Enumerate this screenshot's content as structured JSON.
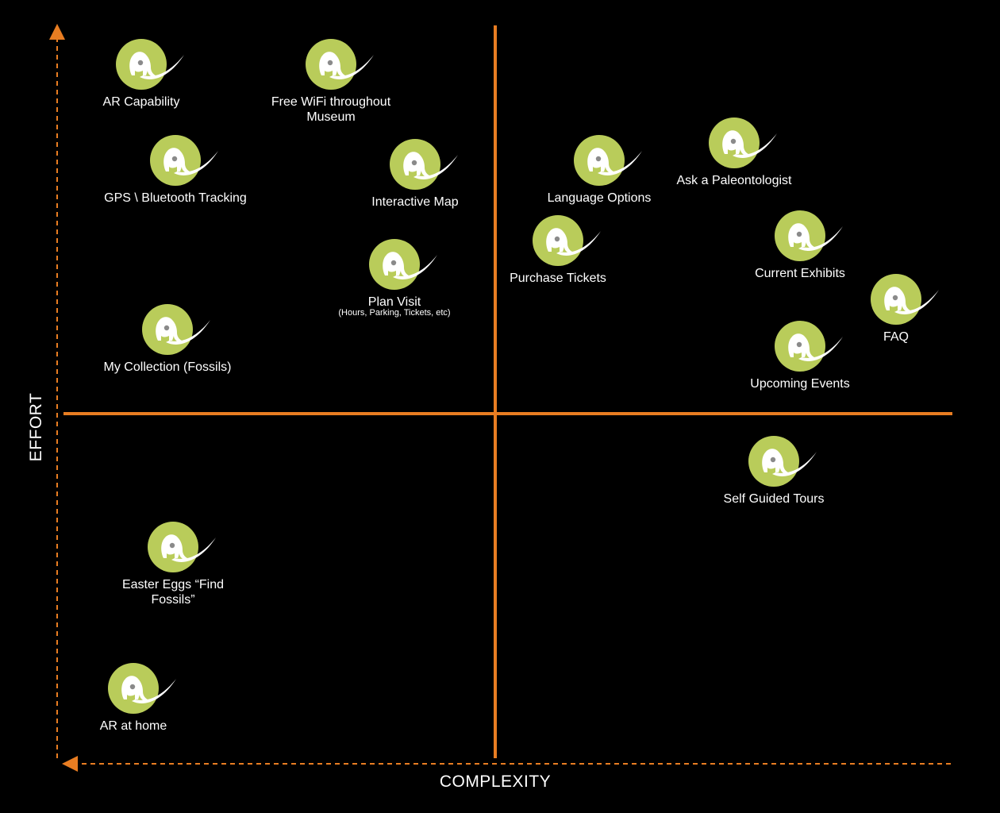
{
  "colors": {
    "background": "#000000",
    "axis": "#e87d22",
    "icon_fill": "#b9cc5a",
    "icon_mark": "#ffffff"
  },
  "axes": {
    "x_label": "COMPLEXITY",
    "y_label": "EFFORT"
  },
  "features": [
    {
      "id": "ar-capability",
      "label": "AR Capability",
      "sublabel": "",
      "icon": "mammoth-icon"
    },
    {
      "id": "free-wifi",
      "label": "Free WiFi throughout\nMuseum",
      "sublabel": "",
      "icon": "mammoth-icon"
    },
    {
      "id": "gps-bluetooth",
      "label": "GPS \\ Bluetooth Tracking",
      "sublabel": "",
      "icon": "mammoth-icon"
    },
    {
      "id": "interactive-map",
      "label": "Interactive Map",
      "sublabel": "",
      "icon": "mammoth-icon"
    },
    {
      "id": "plan-visit",
      "label": "Plan Visit",
      "sublabel": "(Hours, Parking, Tickets, etc)",
      "icon": "mammoth-icon"
    },
    {
      "id": "my-collection",
      "label": "My Collection (Fossils)",
      "sublabel": "",
      "icon": "mammoth-icon"
    },
    {
      "id": "language-options",
      "label": "Language Options",
      "sublabel": "",
      "icon": "mammoth-icon"
    },
    {
      "id": "ask-paleontologist",
      "label": "Ask a Paleontologist",
      "sublabel": "",
      "icon": "mammoth-icon"
    },
    {
      "id": "purchase-tickets",
      "label": "Purchase Tickets",
      "sublabel": "",
      "icon": "mammoth-icon"
    },
    {
      "id": "current-exhibits",
      "label": "Current Exhibits",
      "sublabel": "",
      "icon": "mammoth-icon"
    },
    {
      "id": "faq",
      "label": "FAQ",
      "sublabel": "",
      "icon": "mammoth-icon"
    },
    {
      "id": "upcoming-events",
      "label": "Upcoming Events",
      "sublabel": "",
      "icon": "mammoth-icon"
    },
    {
      "id": "self-guided-tours",
      "label": "Self Guided Tours",
      "sublabel": "",
      "icon": "mammoth-icon"
    },
    {
      "id": "easter-eggs",
      "label": "Easter Eggs “Find\nFossils”",
      "sublabel": "",
      "icon": "mammoth-icon"
    },
    {
      "id": "ar-at-home",
      "label": "AR at home",
      "sublabel": "",
      "icon": "mammoth-icon"
    }
  ]
}
